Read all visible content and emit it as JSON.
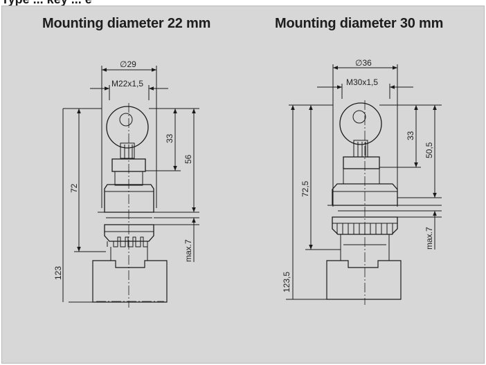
{
  "header": {
    "text": "Type ... key ... e"
  },
  "left_drawing": {
    "title": "Mounting diameter 22 mm",
    "dims": {
      "outer_diameter": "∅29",
      "thread": "M22x1,5",
      "key_height": "33",
      "head_height": "56",
      "body_height": "72",
      "total_height": "123",
      "panel_max": "max.7"
    }
  },
  "right_drawing": {
    "title": "Mounting diameter 30 mm",
    "dims": {
      "outer_diameter": "∅36",
      "thread": "M30x1,5",
      "key_height": "33",
      "head_height": "50,5",
      "body_height": "72,5",
      "total_height": "123,5",
      "panel_max": "max.7"
    }
  },
  "colors": {
    "panel_bg": "#d7d7d7",
    "line": "#1a1a1a"
  }
}
